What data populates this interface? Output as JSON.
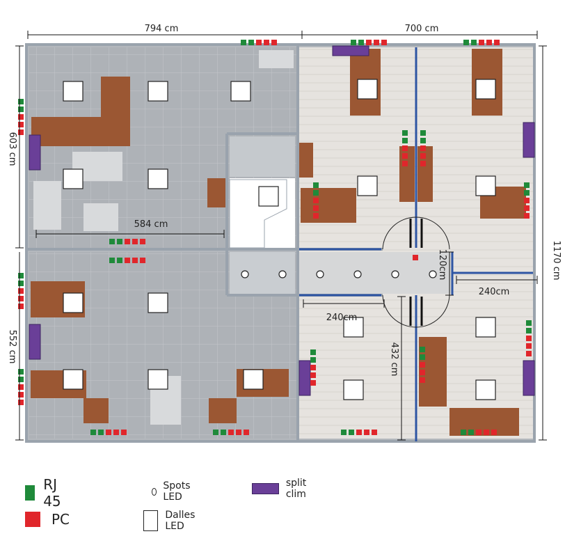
{
  "dimensions": {
    "top_left": "794 cm",
    "top_right": "700 cm",
    "left_upper": "603 cm",
    "left_lower": "552 cm",
    "right_total": "1170 cm",
    "inner_584": "584 cm",
    "corridor_120": "120cm",
    "corridor_240_right": "240cm",
    "corridor_240_left": "240cm",
    "corridor_432": "432 cm"
  },
  "legend": {
    "rj45": "RJ 45",
    "pc": "PC",
    "spots": "Spots LED",
    "dalles": "Dalles LED",
    "split": "split clim"
  },
  "colors": {
    "rj45": "#1f8a3a",
    "pc": "#e0262b",
    "split": "#6a3f98",
    "floor_left": "#a9adb2",
    "floor_right": "#e4e2df",
    "wall": "#9aa3ad",
    "partition": "#2e55a3",
    "desk": "#9b5733"
  }
}
